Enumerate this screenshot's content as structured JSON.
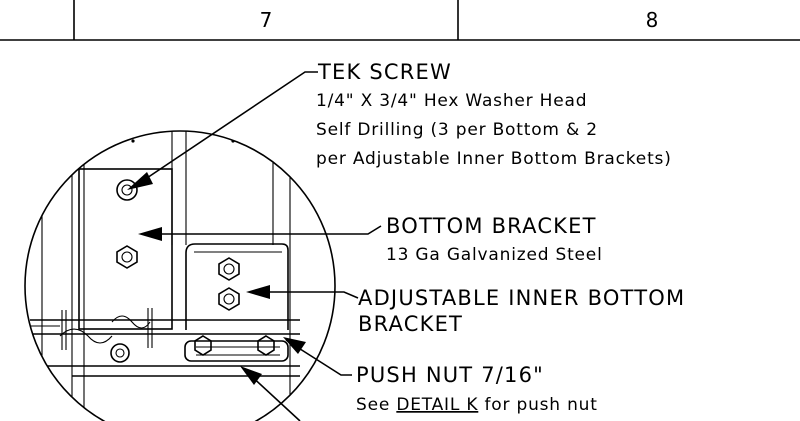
{
  "title_block": {
    "col_7": "7",
    "col_8": "8"
  },
  "callouts": {
    "tek_screw": {
      "title": "TEK SCREW",
      "line1": "1/4\" X 3/4\" Hex Washer Head",
      "line2": "Self Drilling (3 per Bottom & 2",
      "line3": "per Adjustable Inner Bottom Brackets)"
    },
    "bottom_bracket": {
      "title": "BOTTOM BRACKET",
      "line1": "13 Ga Galvanized Steel"
    },
    "adjustable_bracket": {
      "title": "ADJUSTABLE INNER BOTTOM",
      "line2": "BRACKET"
    },
    "push_nut": {
      "title": "PUSH NUT 7/16\"",
      "line1_prefix": "See ",
      "line1_link": "DETAIL K",
      "line1_suffix": " for push nut"
    }
  }
}
